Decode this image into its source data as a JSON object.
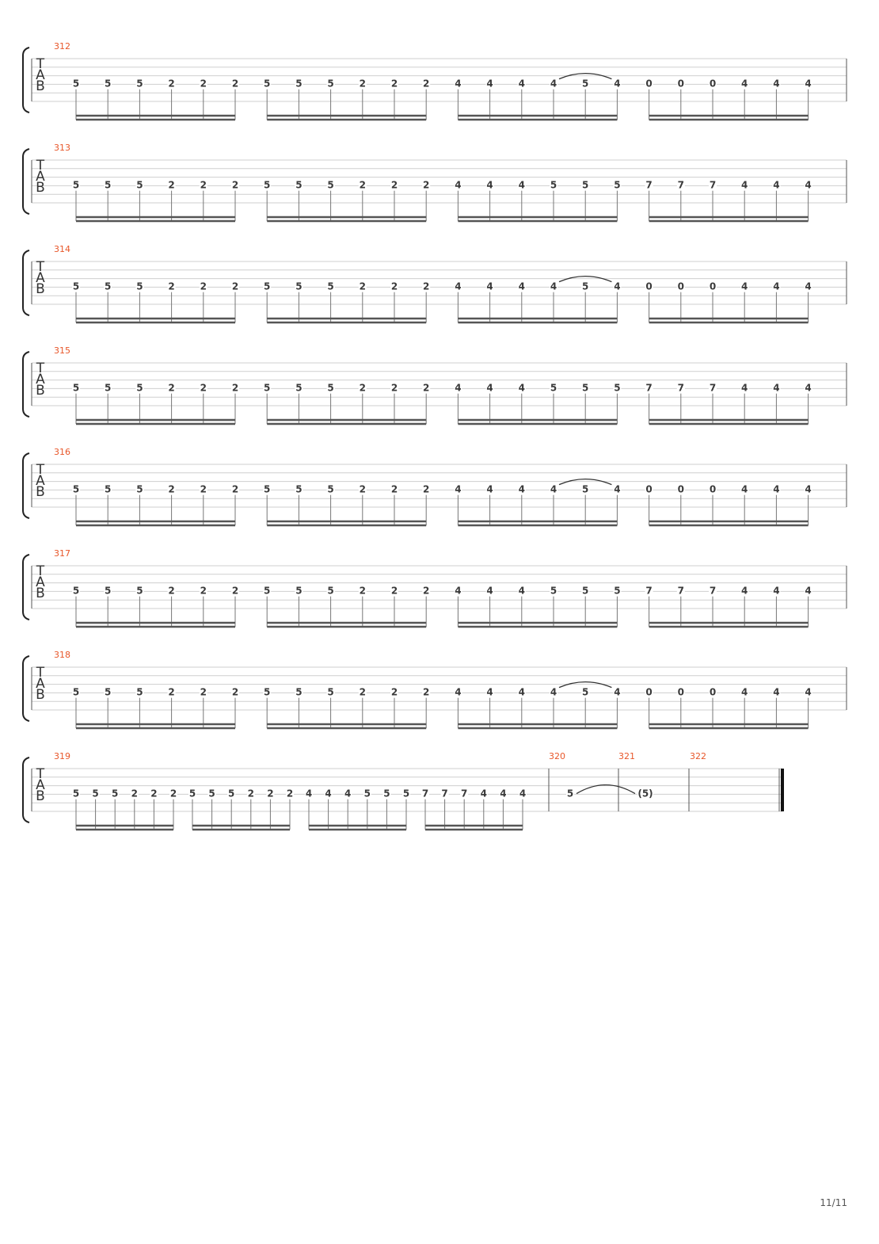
{
  "tab_clef": [
    "T",
    "A",
    "B"
  ],
  "colors": {
    "measure_number": "#e8572a",
    "staff_line": "#cfcfcf",
    "ink": "#3a3a3a"
  },
  "systems": [
    {
      "start_measure": "312",
      "beats": [
        [
          "5",
          "5",
          "5",
          "2",
          "2",
          "2"
        ],
        [
          "5",
          "5",
          "5",
          "2",
          "2",
          "2"
        ],
        [
          "4",
          "4",
          "4",
          "4",
          "5",
          "4"
        ],
        [
          "0",
          "0",
          "0",
          "4",
          "4",
          "4"
        ]
      ],
      "tie_beat": [
        2,
        3
      ]
    },
    {
      "start_measure": "313",
      "beats": [
        [
          "5",
          "5",
          "5",
          "2",
          "2",
          "2"
        ],
        [
          "5",
          "5",
          "5",
          "2",
          "2",
          "2"
        ],
        [
          "4",
          "4",
          "4",
          "5",
          "5",
          "5"
        ],
        [
          "7",
          "7",
          "7",
          "4",
          "4",
          "4"
        ]
      ],
      "tie_beat": null
    },
    {
      "start_measure": "314",
      "beats": [
        [
          "5",
          "5",
          "5",
          "2",
          "2",
          "2"
        ],
        [
          "5",
          "5",
          "5",
          "2",
          "2",
          "2"
        ],
        [
          "4",
          "4",
          "4",
          "4",
          "5",
          "4"
        ],
        [
          "0",
          "0",
          "0",
          "4",
          "4",
          "4"
        ]
      ],
      "tie_beat": [
        2,
        3
      ]
    },
    {
      "start_measure": "315",
      "beats": [
        [
          "5",
          "5",
          "5",
          "2",
          "2",
          "2"
        ],
        [
          "5",
          "5",
          "5",
          "2",
          "2",
          "2"
        ],
        [
          "4",
          "4",
          "4",
          "5",
          "5",
          "5"
        ],
        [
          "7",
          "7",
          "7",
          "4",
          "4",
          "4"
        ]
      ],
      "tie_beat": null
    },
    {
      "start_measure": "316",
      "beats": [
        [
          "5",
          "5",
          "5",
          "2",
          "2",
          "2"
        ],
        [
          "5",
          "5",
          "5",
          "2",
          "2",
          "2"
        ],
        [
          "4",
          "4",
          "4",
          "4",
          "5",
          "4"
        ],
        [
          "0",
          "0",
          "0",
          "4",
          "4",
          "4"
        ]
      ],
      "tie_beat": [
        2,
        3
      ]
    },
    {
      "start_measure": "317",
      "beats": [
        [
          "5",
          "5",
          "5",
          "2",
          "2",
          "2"
        ],
        [
          "5",
          "5",
          "5",
          "2",
          "2",
          "2"
        ],
        [
          "4",
          "4",
          "4",
          "5",
          "5",
          "5"
        ],
        [
          "7",
          "7",
          "7",
          "4",
          "4",
          "4"
        ]
      ],
      "tie_beat": null
    },
    {
      "start_measure": "318",
      "beats": [
        [
          "5",
          "5",
          "5",
          "2",
          "2",
          "2"
        ],
        [
          "5",
          "5",
          "5",
          "2",
          "2",
          "2"
        ],
        [
          "4",
          "4",
          "4",
          "4",
          "5",
          "4"
        ],
        [
          "0",
          "0",
          "0",
          "4",
          "4",
          "4"
        ]
      ],
      "tie_beat": [
        2,
        3
      ]
    }
  ],
  "last_system": {
    "start_measure": "319",
    "beats": [
      [
        "5",
        "5",
        "5",
        "2",
        "2",
        "2"
      ],
      [
        "5",
        "5",
        "5",
        "2",
        "2",
        "2"
      ],
      [
        "4",
        "4",
        "4",
        "5",
        "5",
        "5"
      ],
      [
        "7",
        "7",
        "7",
        "4",
        "4",
        "4"
      ]
    ],
    "measure_320": {
      "number": "320",
      "note": "5"
    },
    "measure_321": {
      "number": "321",
      "note": "(5)"
    },
    "measure_322": {
      "number": "322"
    }
  },
  "page_number": "11/11"
}
